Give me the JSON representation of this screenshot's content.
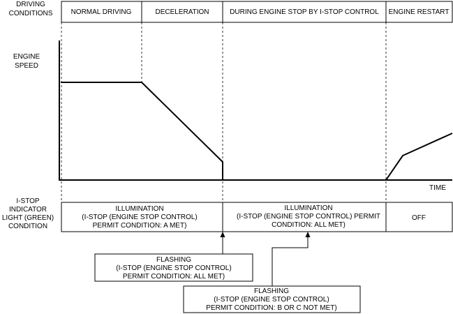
{
  "row_labels": {
    "driving_conditions": [
      "DRIVING",
      "CONDITIONS"
    ],
    "engine_speed": [
      "ENGINE",
      "SPEED"
    ],
    "indicator": [
      "I-STOP",
      "INDICATOR",
      "LIGHT (GREEN)",
      "CONDITION"
    ]
  },
  "phases": {
    "normal_driving": "NORMAL DRIVING",
    "deceleration": "DECELERATION",
    "engine_stop": "DURING ENGINE STOP BY I-STOP CONTROL",
    "engine_restart": "ENGINE RESTART"
  },
  "axis": {
    "time": "TIME"
  },
  "indicator_states": {
    "illumination_a": [
      "ILLUMINATION",
      "(I-STOP (ENGINE STOP CONTROL)",
      "PERMIT CONDITION: A MET)"
    ],
    "illumination_all": [
      "ILLUMINATION",
      "(I-STOP (ENGINE STOP CONTROL) PERMIT",
      "CONDITION: ALL MET)"
    ],
    "off": "OFF"
  },
  "callouts": {
    "flashing_all": [
      "FLASHING",
      "(I-STOP (ENGINE STOP CONTROL)",
      "PERMIT CONDITION: ALL MET)"
    ],
    "flashing_bc": [
      "FLASHING",
      "(I-STOP (ENGINE STOP CONTROL)",
      "PERMIT CONDITION: B OR C NOT MET)"
    ]
  }
}
